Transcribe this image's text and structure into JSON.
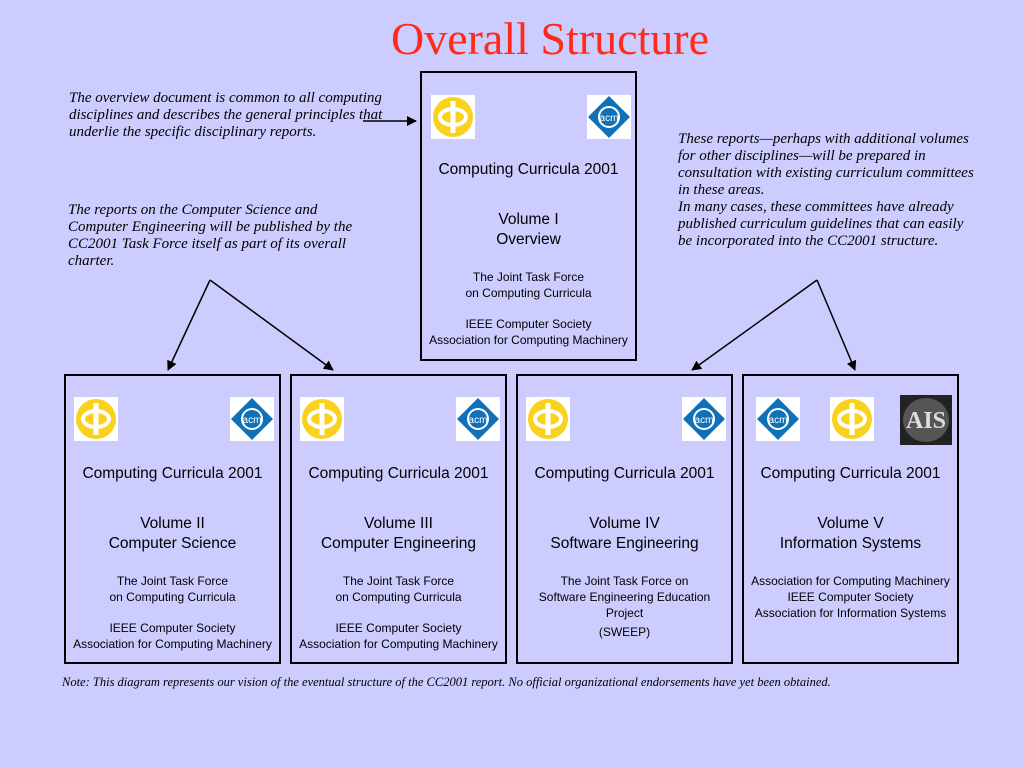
{
  "title": "Overall Structure",
  "notes": {
    "overview": "The overview document is common to all computing disciplines and describes the general principles that underlie the specific disciplinary reports.",
    "task_force": "The reports on the Computer Science and Computer Engineering will be published by the CC2001 Task Force itself as part of its overall charter.",
    "other_reports_1": "These reports—perhaps with additional volumes for other disciplines—will be prepared in consultation with existing curriculum committees in these areas.",
    "other_reports_2": "In many cases, these committees have already published curriculum guidelines that can easily be incorporated into the CC2001 structure."
  },
  "footnote": "Note: This diagram represents our vision of the eventual structure of the CC2001 report.  No official organizational endorsements have yet been obtained.",
  "logos": {
    "ieee": "phi-logo",
    "acm": "acm-logo",
    "ais": "ais-logo",
    "acm_text": "acm",
    "ais_text": "AIS"
  },
  "volumes": [
    {
      "curricula": "Computing Curricula 2001",
      "volume": "Volume I",
      "subject": "Overview",
      "org_lines": [
        "The Joint Task Force",
        "on Computing Curricula",
        "",
        "IEEE Computer Society",
        "Association for Computing Machinery"
      ]
    },
    {
      "curricula": "Computing Curricula 2001",
      "volume": "Volume II",
      "subject": "Computer Science",
      "org_lines": [
        "The Joint Task Force",
        "on Computing Curricula",
        "",
        "IEEE Computer Society",
        "Association for Computing Machinery"
      ]
    },
    {
      "curricula": "Computing Curricula 2001",
      "volume": "Volume III",
      "subject": "Computer Engineering",
      "org_lines": [
        "The Joint Task Force",
        "on Computing Curricula",
        "",
        "IEEE Computer Society",
        "Association for Computing Machinery"
      ]
    },
    {
      "curricula": "Computing Curricula 2001",
      "volume": "Volume IV",
      "subject": "Software Engineering",
      "org_lines": [
        "The Joint Task Force on",
        "Software Engineering Education",
        "Project",
        "(SWEEP)"
      ]
    },
    {
      "curricula": "Computing Curricula 2001",
      "volume": "Volume V",
      "subject": "Information Systems",
      "org_lines": [
        "Association for Computing Machinery",
        "IEEE Computer Society",
        "Association for Information Systems"
      ]
    }
  ]
}
